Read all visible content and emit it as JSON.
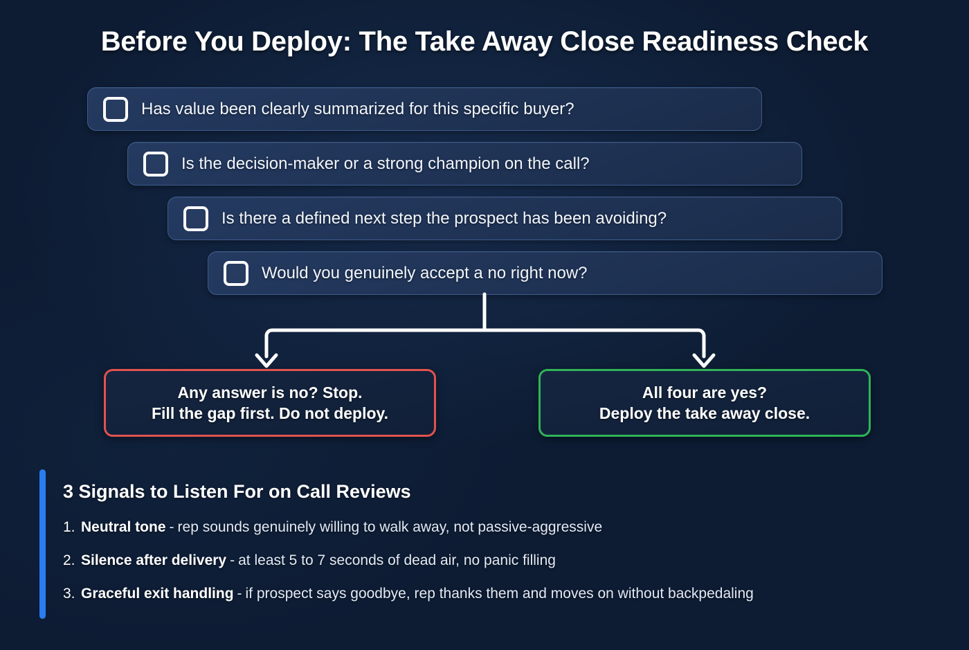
{
  "theme": {
    "background": "#0d1c33",
    "card_border": "#3d5c8c",
    "accent_blue": "#2b7cf0",
    "stop_red": "#e2534f",
    "deploy_green": "#2fb457",
    "text": "#ffffff"
  },
  "header": {
    "title": "Before You Deploy: The Take Away Close Readiness Check"
  },
  "checklist": {
    "items": [
      {
        "label": "Has value been clearly summarized for this specific buyer?",
        "checked": false
      },
      {
        "label": "Is the decision-maker or a strong champion on the call?",
        "checked": false
      },
      {
        "label": "Is there a defined next step the prospect has been avoiding?",
        "checked": false
      },
      {
        "label": "Would you genuinely accept a no right now?",
        "checked": false
      }
    ]
  },
  "outcomes": {
    "stop": {
      "line1": "Any answer is no? Stop.",
      "line2": "Fill the gap first. Do not deploy.",
      "color": "#e2534f"
    },
    "deploy": {
      "line1": "All four are yes?",
      "line2": "Deploy the take away close.",
      "color": "#2fb457"
    }
  },
  "signals": {
    "title": "3 Signals to Listen For on Call Reviews",
    "items": [
      {
        "num": "1.",
        "term": "Neutral tone",
        "sep": "-",
        "desc": "rep sounds genuinely willing to walk away, not passive-aggressive"
      },
      {
        "num": "2.",
        "term": "Silence after delivery",
        "sep": "-",
        "desc": "at least 5 to 7 seconds of dead air, no panic filling"
      },
      {
        "num": "3.",
        "term": "Graceful exit handling",
        "sep": "-",
        "desc": "if prospect says goodbye, rep thanks them and moves on without backpedaling"
      }
    ]
  }
}
